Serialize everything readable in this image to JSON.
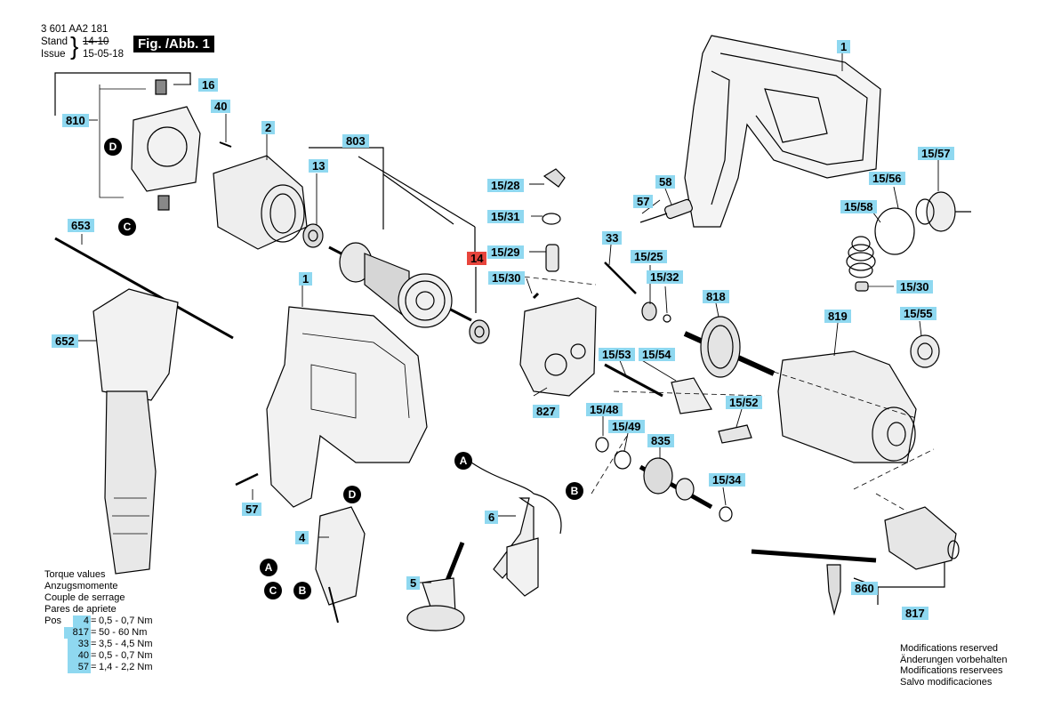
{
  "header": {
    "part_number": "3 601 AA2 181",
    "stand_label": "Stand",
    "stand_value": "14-10",
    "issue_label": "Issue",
    "issue_value": "15-05-18",
    "brace": "}",
    "figure": "Fig. /Abb. 1"
  },
  "parts": {
    "p1_top": "1",
    "p1_mid": "1",
    "p2": "2",
    "p4": "4",
    "p5": "5",
    "p6": "6",
    "p13": "13",
    "p14": "14",
    "p16": "16",
    "p33": "33",
    "p40": "40",
    "p57_a": "57",
    "p57_b": "57",
    "p58": "58",
    "p15_25": "15/25",
    "p15_28": "15/28",
    "p15_29": "15/29",
    "p15_30_a": "15/30",
    "p15_30_b": "15/30",
    "p15_31": "15/31",
    "p15_32": "15/32",
    "p15_34": "15/34",
    "p15_48": "15/48",
    "p15_49": "15/49",
    "p15_52": "15/52",
    "p15_53": "15/53",
    "p15_54": "15/54",
    "p15_55": "15/55",
    "p15_56": "15/56",
    "p15_57": "15/57",
    "p15_58": "15/58",
    "p652": "652",
    "p653": "653",
    "p803": "803",
    "p810": "810",
    "p817": "817",
    "p818": "818",
    "p819": "819",
    "p827": "827",
    "p835": "835",
    "p860": "860"
  },
  "callouts": {
    "d_top": "D",
    "c_top": "C",
    "a_mid": "A",
    "b_mid": "B",
    "d_low": "D",
    "a_low": "A",
    "c_low": "C",
    "b_low": "B"
  },
  "torque": {
    "lines": [
      "Torque values",
      "Anzugsmomente",
      "Couple de serrage",
      "Pares de apriete"
    ],
    "pos_label": "Pos",
    "rows": [
      {
        "pos": "4",
        "eq": "=",
        "value": "0,5 - 0,7 Nm"
      },
      {
        "pos": "817",
        "eq": "=",
        "value": "50 - 60 Nm"
      },
      {
        "pos": "33",
        "eq": "=",
        "value": "3,5 - 4,5 Nm"
      },
      {
        "pos": "40",
        "eq": "=",
        "value": "0,5 - 0,7 Nm"
      },
      {
        "pos": "57",
        "eq": "=",
        "value": "1,4 - 2,2 Nm"
      }
    ]
  },
  "modifications": [
    "Modifications reserved",
    "Änderungen vorbehalten",
    "Modifications reservees",
    "Salvo modificaciones"
  ]
}
